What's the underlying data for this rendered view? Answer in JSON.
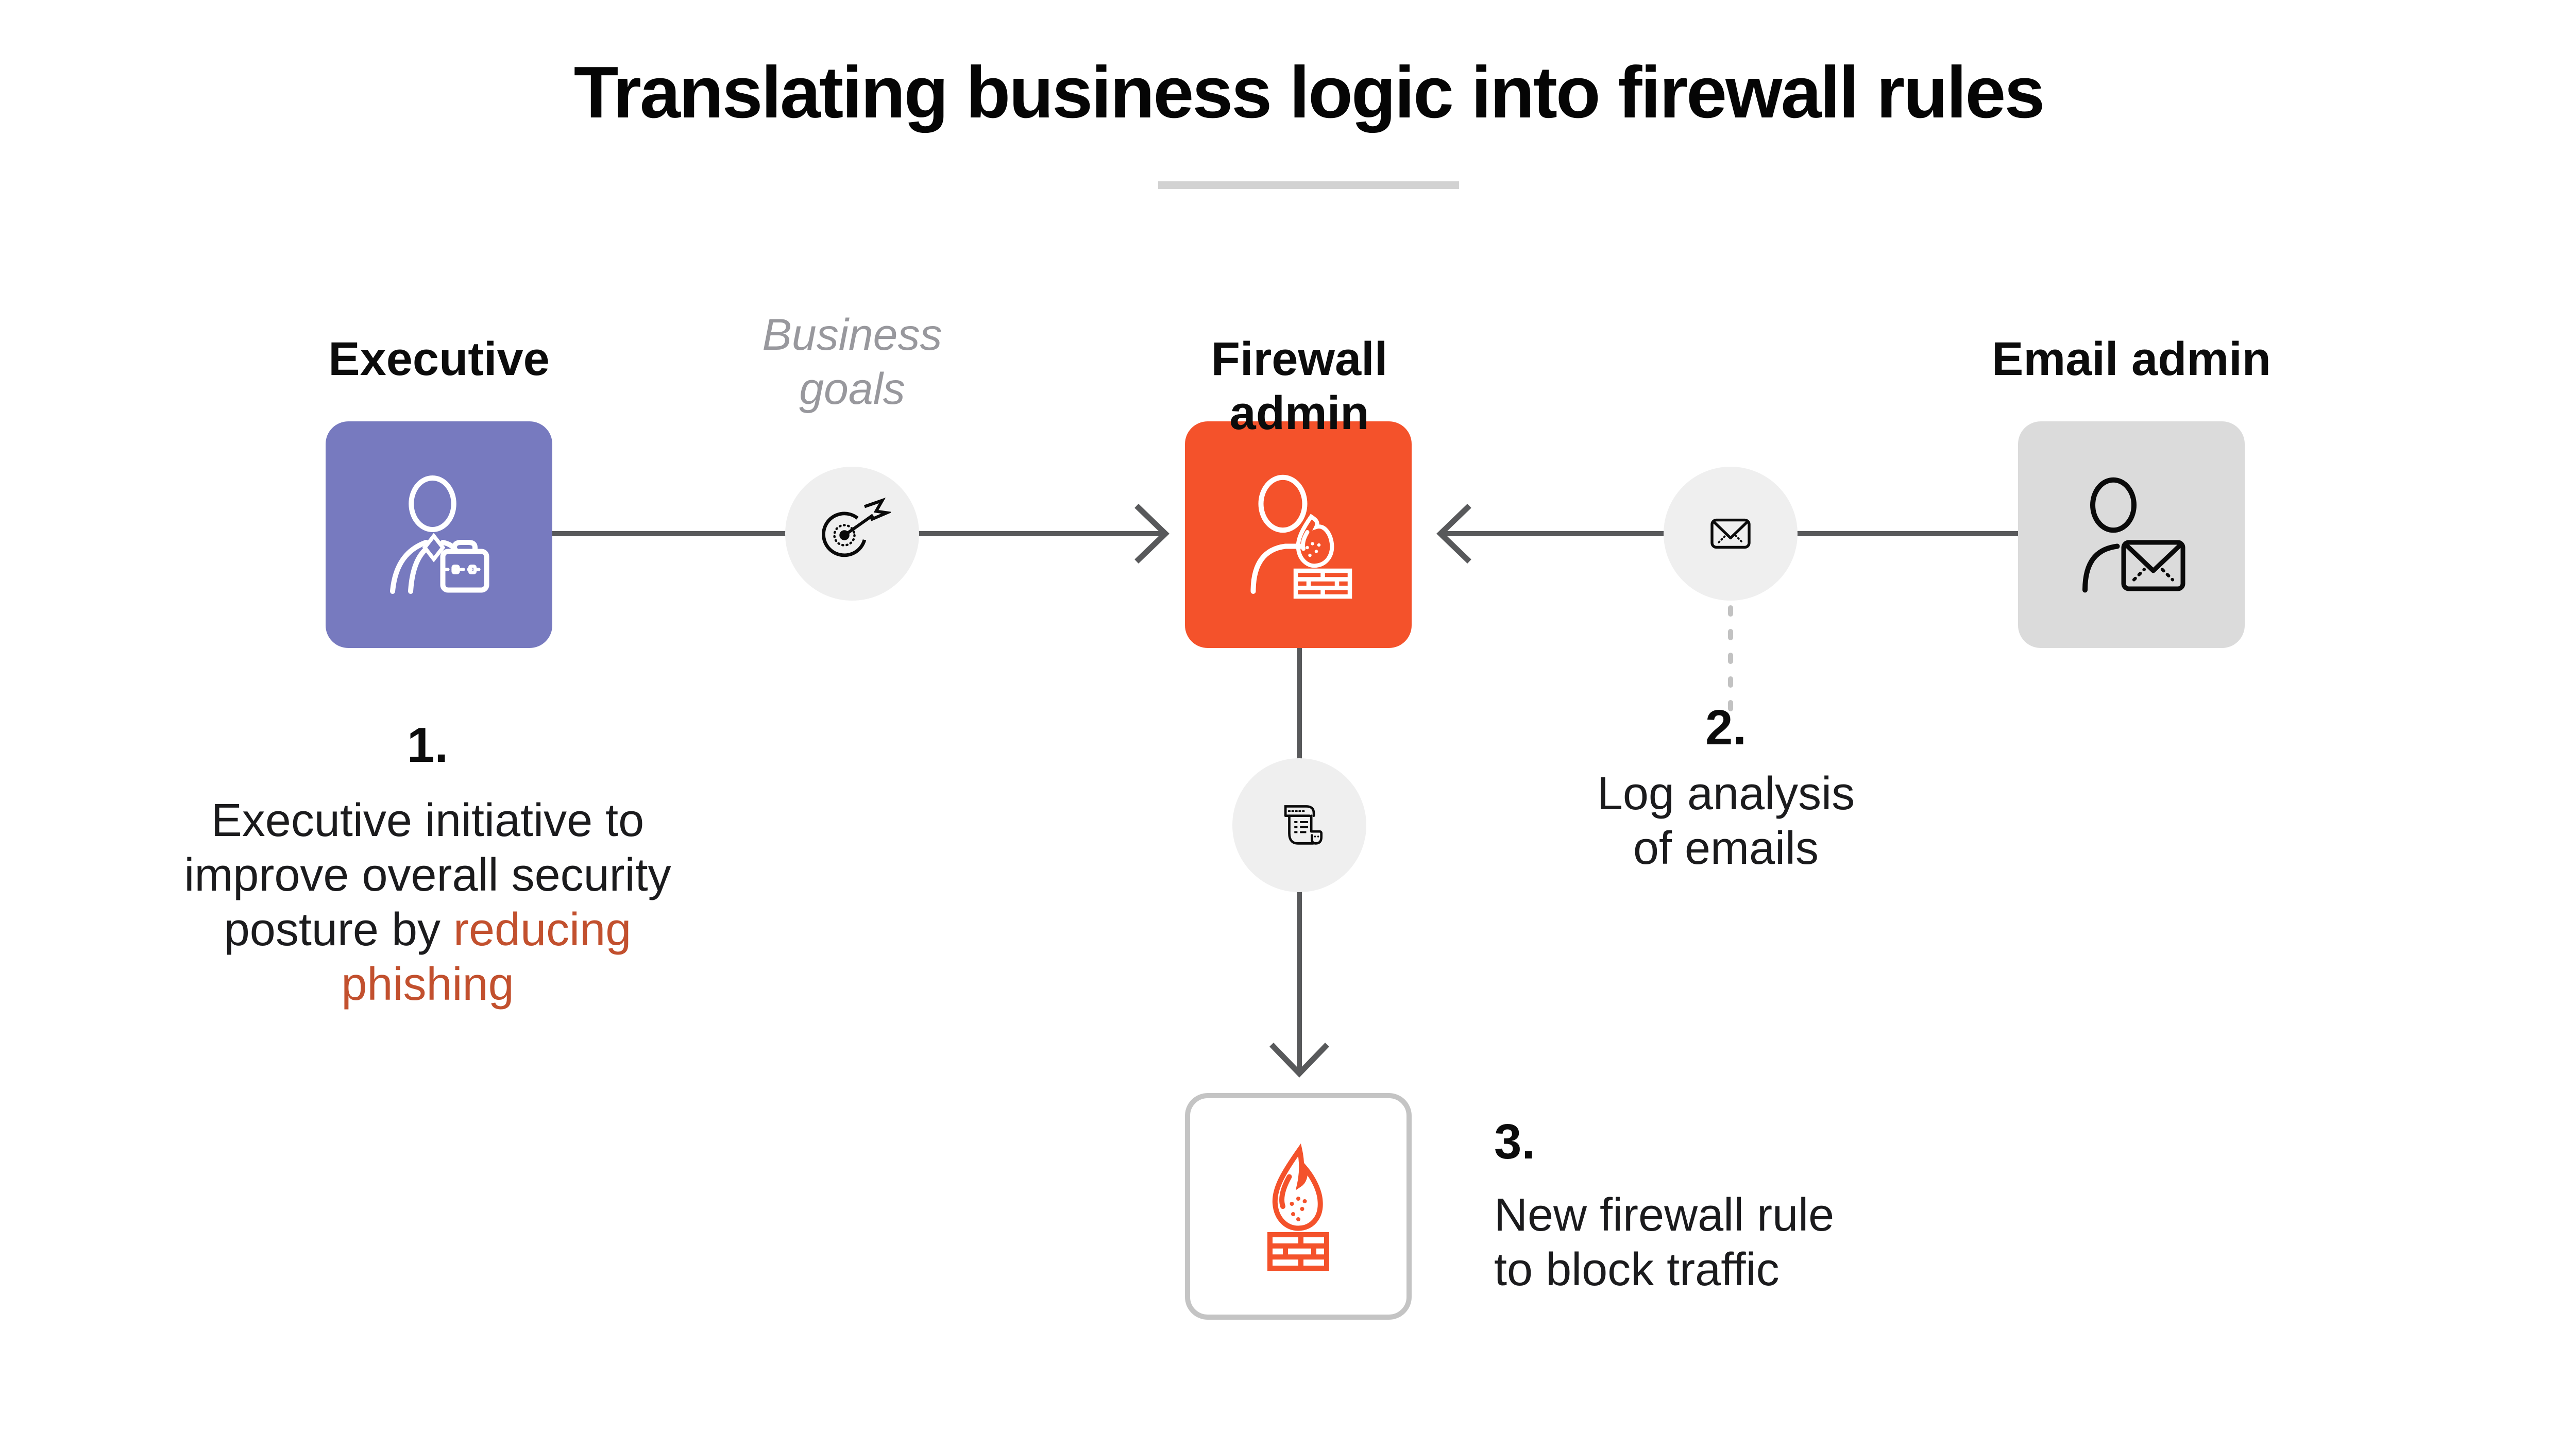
{
  "title": "Translating business logic into firewall rules",
  "entities": {
    "executive": {
      "label": "Executive",
      "icon": "person-briefcase-icon",
      "box_color": "#777ABF"
    },
    "firewall_admin": {
      "label": "Firewall admin",
      "icon": "person-firewall-icon",
      "box_color": "#F4522B"
    },
    "email_admin": {
      "label": "Email admin",
      "icon": "person-envelope-icon",
      "box_color": "#DBDBDB"
    }
  },
  "connectors": {
    "business_goals": {
      "label": "Business goals",
      "icon": "target-arrow-icon"
    },
    "email_log": {
      "icon": "envelope-icon"
    },
    "rule_scroll": {
      "icon": "scroll-icon"
    }
  },
  "steps": {
    "step1": {
      "number": "1.",
      "lines": [
        "Executive initiative to",
        "improve overall security",
        {
          "black": "posture by ",
          "accent": "reducing"
        },
        {
          "accent": "phishing"
        }
      ]
    },
    "step2": {
      "number": "2.",
      "lines": [
        "Log analysis",
        "of emails"
      ]
    },
    "step3": {
      "number": "3.",
      "lines": [
        "New firewall rule",
        "to block traffic"
      ]
    }
  },
  "result_box": {
    "icon": "flame-brick-wall-icon"
  },
  "colors": {
    "executive_box": "#777ABF",
    "firewall_admin_box": "#F4522B",
    "email_admin_box": "#DBDBDB",
    "connector_circle": "#EFEFEF",
    "accent_text": "#C2502E",
    "connector_line": "#58595B",
    "dotted_line": "#C2C2C2",
    "title_divider": "#D2D2D2",
    "result_box_border": "#C4C4C4",
    "icon_orange": "#F4522B"
  }
}
